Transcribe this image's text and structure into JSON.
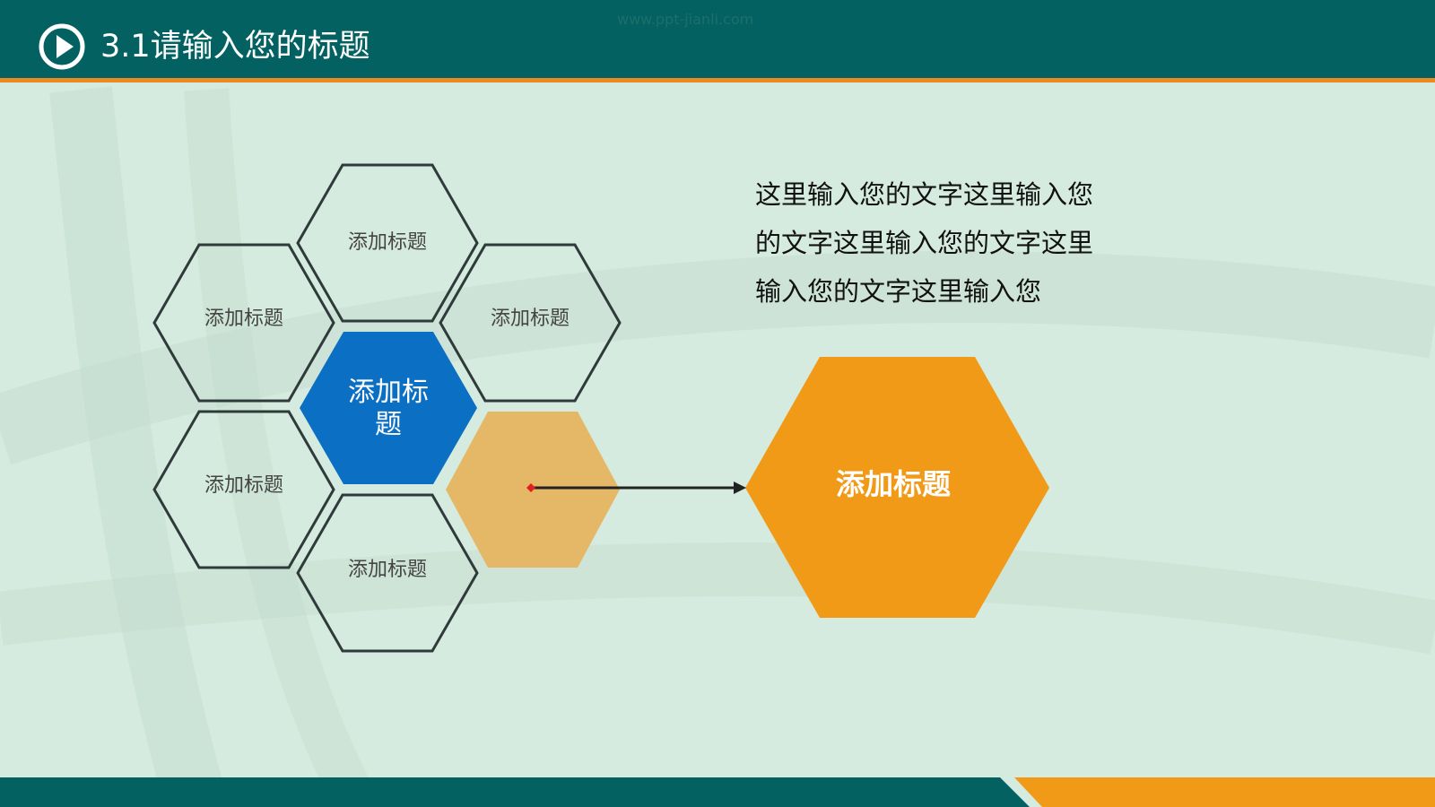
{
  "header": {
    "title": "3.1请输入您的标题",
    "ghost_text": "www.ppt-jianli.com"
  },
  "icons": {
    "title_icon": "play-circle-icon"
  },
  "colors": {
    "header_teal": "#036161",
    "accent_orange": "#e98a23",
    "background": "#d6ebdf",
    "hex_blue": "#0b6fc4",
    "hex_light_orange": "#e5b868",
    "hex_orange": "#f09a17"
  },
  "hexagons": {
    "top": "添加标题",
    "upper_left": "添加标题",
    "upper_right": "添加标题",
    "center": "添加标题",
    "lower_left": "添加标题",
    "bottom": "添加标题",
    "highlight": ""
  },
  "callout": {
    "label": "添加标题"
  },
  "description": "这里输入您的文字这里输入您的文字这里输入您的文字这里输入您的文字这里输入您"
}
